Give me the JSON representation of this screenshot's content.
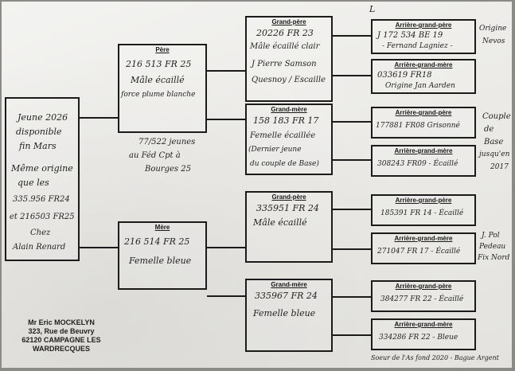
{
  "subject": {
    "lines": [
      "Jeune 2026",
      "disponible",
      "fin Mars",
      "Même origine",
      "que les",
      "335.956 FR24",
      "et 216503 FR25",
      "Chez",
      "Alain Renard"
    ]
  },
  "pere": {
    "header": "Père",
    "lines": [
      "216 513 FR 25",
      "Mâle écaillé",
      "force plume blanche"
    ],
    "note": [
      "77/522 jeunes",
      "au Féd Cpt à",
      "Bourges 25"
    ]
  },
  "mere": {
    "header": "Mère",
    "lines": [
      "216 514 FR 25",
      "Femelle bleue"
    ]
  },
  "gp1": {
    "header": "Grand-père",
    "lines": [
      "20226 FR 23",
      "Mâle écaillé clair",
      "J Pierre Samson",
      "Quesnoy / Escaille"
    ]
  },
  "gm1": {
    "header": "Grand-mère",
    "lines": [
      "158 183 FR 17",
      "Femelle écaillée",
      "(Dernier jeune",
      "du couple de Base)"
    ]
  },
  "gp2": {
    "header": "Grand-père",
    "lines": [
      "335951 FR 24",
      "Mâle écaillé"
    ]
  },
  "gm2": {
    "header": "Grand-mère",
    "lines": [
      "335967 FR 24",
      "Femelle bleue"
    ]
  },
  "agp1": {
    "header": "Arrière-grand-père",
    "lines": [
      "J 172 534 BE 19",
      "- Fernand Lagniez -"
    ],
    "side": [
      "Origine",
      "Nevos"
    ]
  },
  "agm1": {
    "header": "Arrière-grand-mère",
    "lines": [
      "033619 FR18",
      "Origine Jan Aarden"
    ]
  },
  "agp2": {
    "header": "Arrière-grand-père",
    "lines": [
      "177881 FR08 Grisonné"
    ],
    "side": [
      "Couple",
      "de",
      "Base",
      "jusqu'en",
      "2017"
    ]
  },
  "agm2": {
    "header": "Arrière-grand-mère",
    "lines": [
      "308243 FR09 - Écaillé"
    ]
  },
  "agp3": {
    "header": "Arrière-grand-père",
    "lines": [
      "185391 FR 14 - Écaillé"
    ]
  },
  "agm3": {
    "header": "Arrière-grand-mère",
    "lines": [
      "271047 FR 17 - Écaillé"
    ],
    "side": [
      "J. Pol",
      "Pedeau",
      "Fix Nord"
    ]
  },
  "agp4": {
    "header": "Arrière-grand-père",
    "lines": [
      "384277 FR 22 - Écaillé"
    ]
  },
  "agm4": {
    "header": "Arrière-grand-mère",
    "lines": [
      "334286 FR 22 - Bleue"
    ]
  },
  "footnote": "Soeur de l'As fond 2020 - Bague Argent",
  "corner_mark": "L",
  "breeder": {
    "name": "Mr Eric MOCKELYN",
    "street": "323, Rue de Beuvry",
    "city": "62120 CAMPAGNE LES",
    "town": "WARDRECQUES"
  }
}
